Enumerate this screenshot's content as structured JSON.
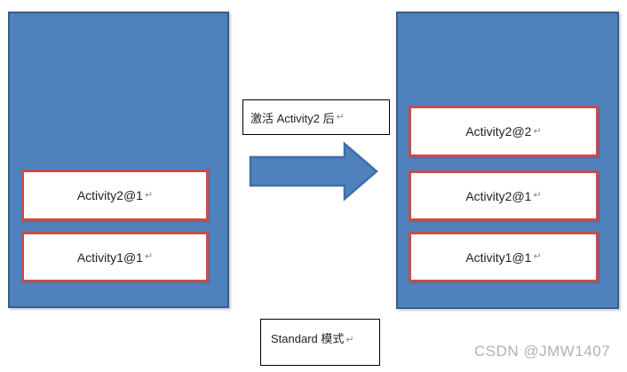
{
  "texts": {
    "transition_label": "激活 Activity2 后",
    "mode_label": "Standard 模式",
    "watermark": "CSDN @JMW1407",
    "return_mark": "↵"
  },
  "stacks": {
    "left": {
      "boxes": [
        "Activity2@1",
        "Activity1@1"
      ]
    },
    "right": {
      "boxes": [
        "Activity2@2",
        "Activity2@1",
        "Activity1@1"
      ]
    }
  },
  "icons": {
    "arrow": "right-block-arrow"
  },
  "colors": {
    "stack_fill": "#4f81bd",
    "stack_border": "#385d8a",
    "box_border": "#c0504d",
    "box_fill": "#ffffff",
    "label_border": "#000000",
    "text": "#1f1f1f",
    "return_mark": "#8a8a8a",
    "watermark": "#b2b2b2"
  }
}
